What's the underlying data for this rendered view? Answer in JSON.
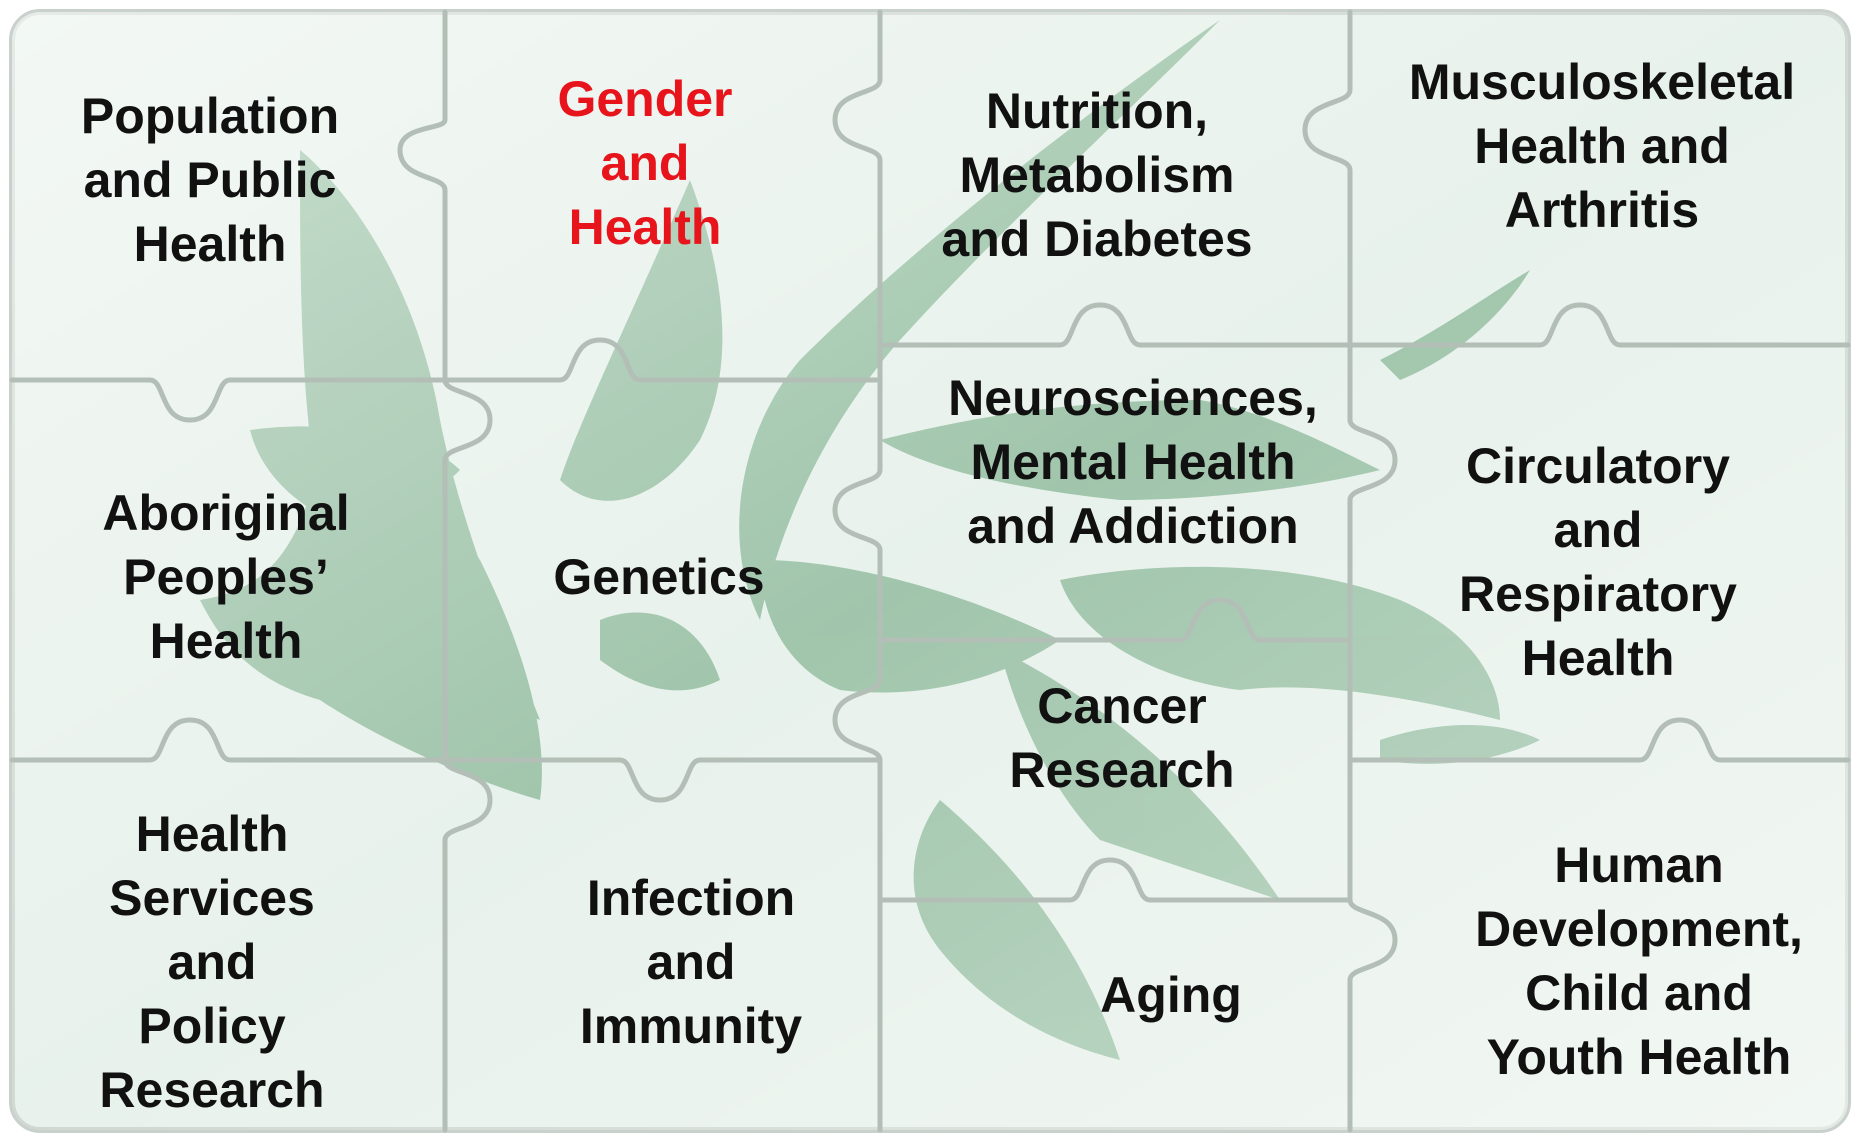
{
  "puzzle": {
    "pieces": [
      {
        "id": "population",
        "label": "Population\nand Public\nHealth"
      },
      {
        "id": "gender",
        "label": "Gender\nand\nHealth",
        "highlighted": true
      },
      {
        "id": "nutrition",
        "label": "Nutrition,\nMetabolism\nand Diabetes"
      },
      {
        "id": "musculoskeletal",
        "label": "Musculoskeletal\nHealth and\nArthritis"
      },
      {
        "id": "aboriginal",
        "label": "Aboriginal\nPeoples’\nHealth"
      },
      {
        "id": "genetics",
        "label": "Genetics"
      },
      {
        "id": "neurosciences",
        "label": "Neurosciences,\nMental Health\nand Addiction"
      },
      {
        "id": "circulatory",
        "label": "Circulatory\nand\nRespiratory\nHealth"
      },
      {
        "id": "cancer",
        "label": "Cancer\nResearch"
      },
      {
        "id": "health-services",
        "label": "Health\nServices\nand\nPolicy\nResearch"
      },
      {
        "id": "infection",
        "label": "Infection\nand\nImmunity"
      },
      {
        "id": "aging",
        "label": "Aging"
      },
      {
        "id": "human-development",
        "label": "Human\nDevelopment,\nChild and\nYouth Health"
      }
    ]
  },
  "background": {
    "emblem": "maple-leaf-figures-logo",
    "piece_color": "#e4efe8",
    "emblem_color": "#6fa67f",
    "outline_color": "#b9c4bd"
  },
  "colors": {
    "text": "#111111",
    "highlight": "#e8141b"
  }
}
